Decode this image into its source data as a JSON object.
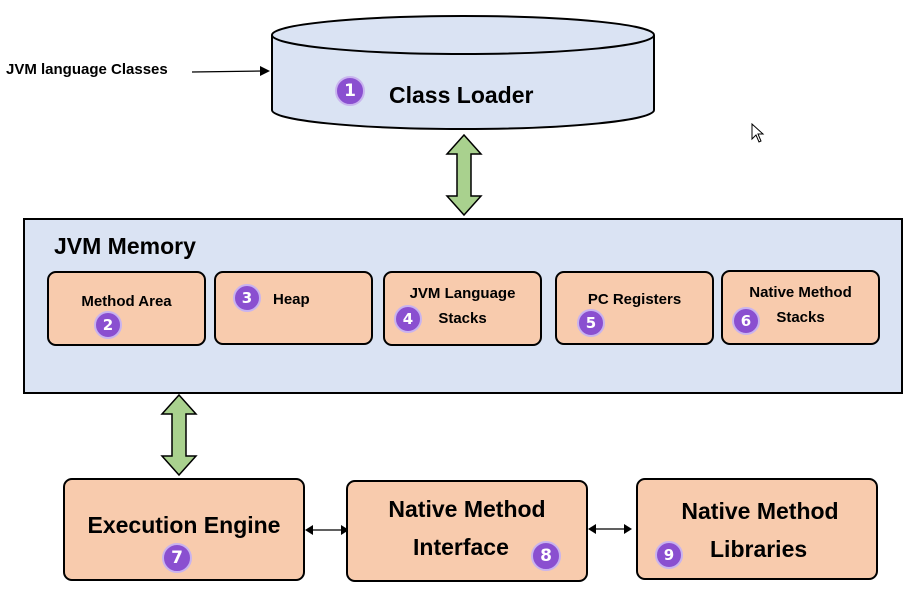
{
  "input_label": "JVM language Classes",
  "class_loader": {
    "label": "Class Loader",
    "badge": "1"
  },
  "jvm_memory": {
    "title": "JVM Memory",
    "areas": [
      {
        "label": "Method Area",
        "badge": "2"
      },
      {
        "label": "Heap",
        "badge": "3"
      },
      {
        "label_line1": "JVM Language",
        "label_line2": "Stacks",
        "badge": "4"
      },
      {
        "label": "PC Registers",
        "badge": "5"
      },
      {
        "label_line1": "Native Method",
        "label_line2": "Stacks",
        "badge": "6"
      }
    ]
  },
  "execution_engine": {
    "label": "Execution Engine",
    "badge": "7"
  },
  "native_interface": {
    "line1": "Native Method",
    "line2": "Interface",
    "badge": "8"
  },
  "native_libraries": {
    "line1": "Native Method",
    "line2": "Libraries",
    "badge": "9"
  },
  "colors": {
    "class_loader_fill": "#dae3f3",
    "memory_fill": "#dae3f3",
    "component_fill": "#f8cbad",
    "arrow_fill": "#a9d18e",
    "badge_fill": "#8a4fd0"
  }
}
